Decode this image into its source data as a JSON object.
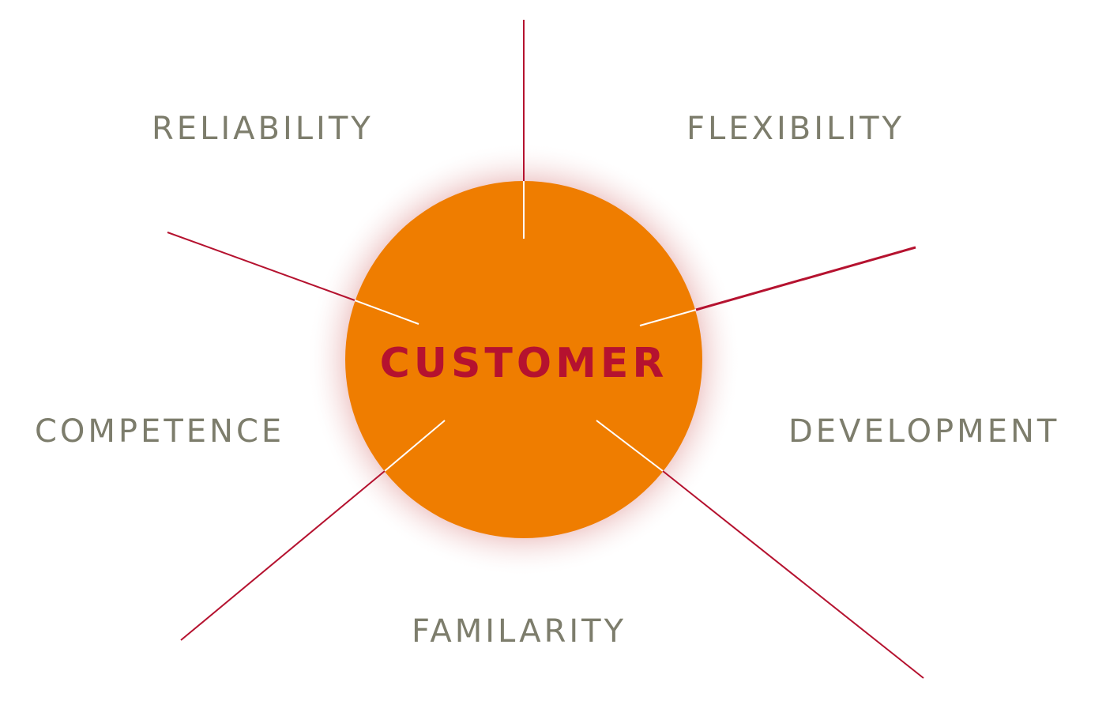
{
  "center": {
    "label": "CUSTOMER"
  },
  "spokes": [
    "RELIABILITY",
    "FLEXIBILITY",
    "COMPETENCE",
    "DEVELOPMENT",
    "FAMILARITY"
  ],
  "colors": {
    "circle": "#ef7d00",
    "line": "#b5122f",
    "text": "#7d7d6c",
    "center_text": "#b5122f"
  }
}
